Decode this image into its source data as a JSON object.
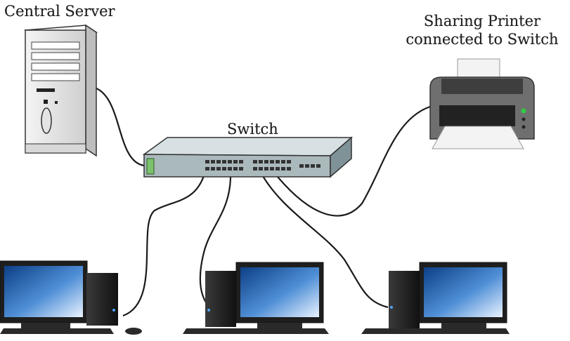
{
  "labels": {
    "central_server": "Central Server",
    "printer_line1": "Sharing Printer",
    "printer_line2": "connected to Switch",
    "switch": "Switch"
  },
  "colors": {
    "switch_body": "#9fb3b7",
    "switch_top": "#c9d6d8",
    "tower": "#e8e8e8",
    "pc_dark": "#1e1e1e",
    "screen_blue": "#1a5aa8",
    "printer_body": "#6a6a6a",
    "cable": "#1a1a1a",
    "status_led": "#2ecc40"
  }
}
